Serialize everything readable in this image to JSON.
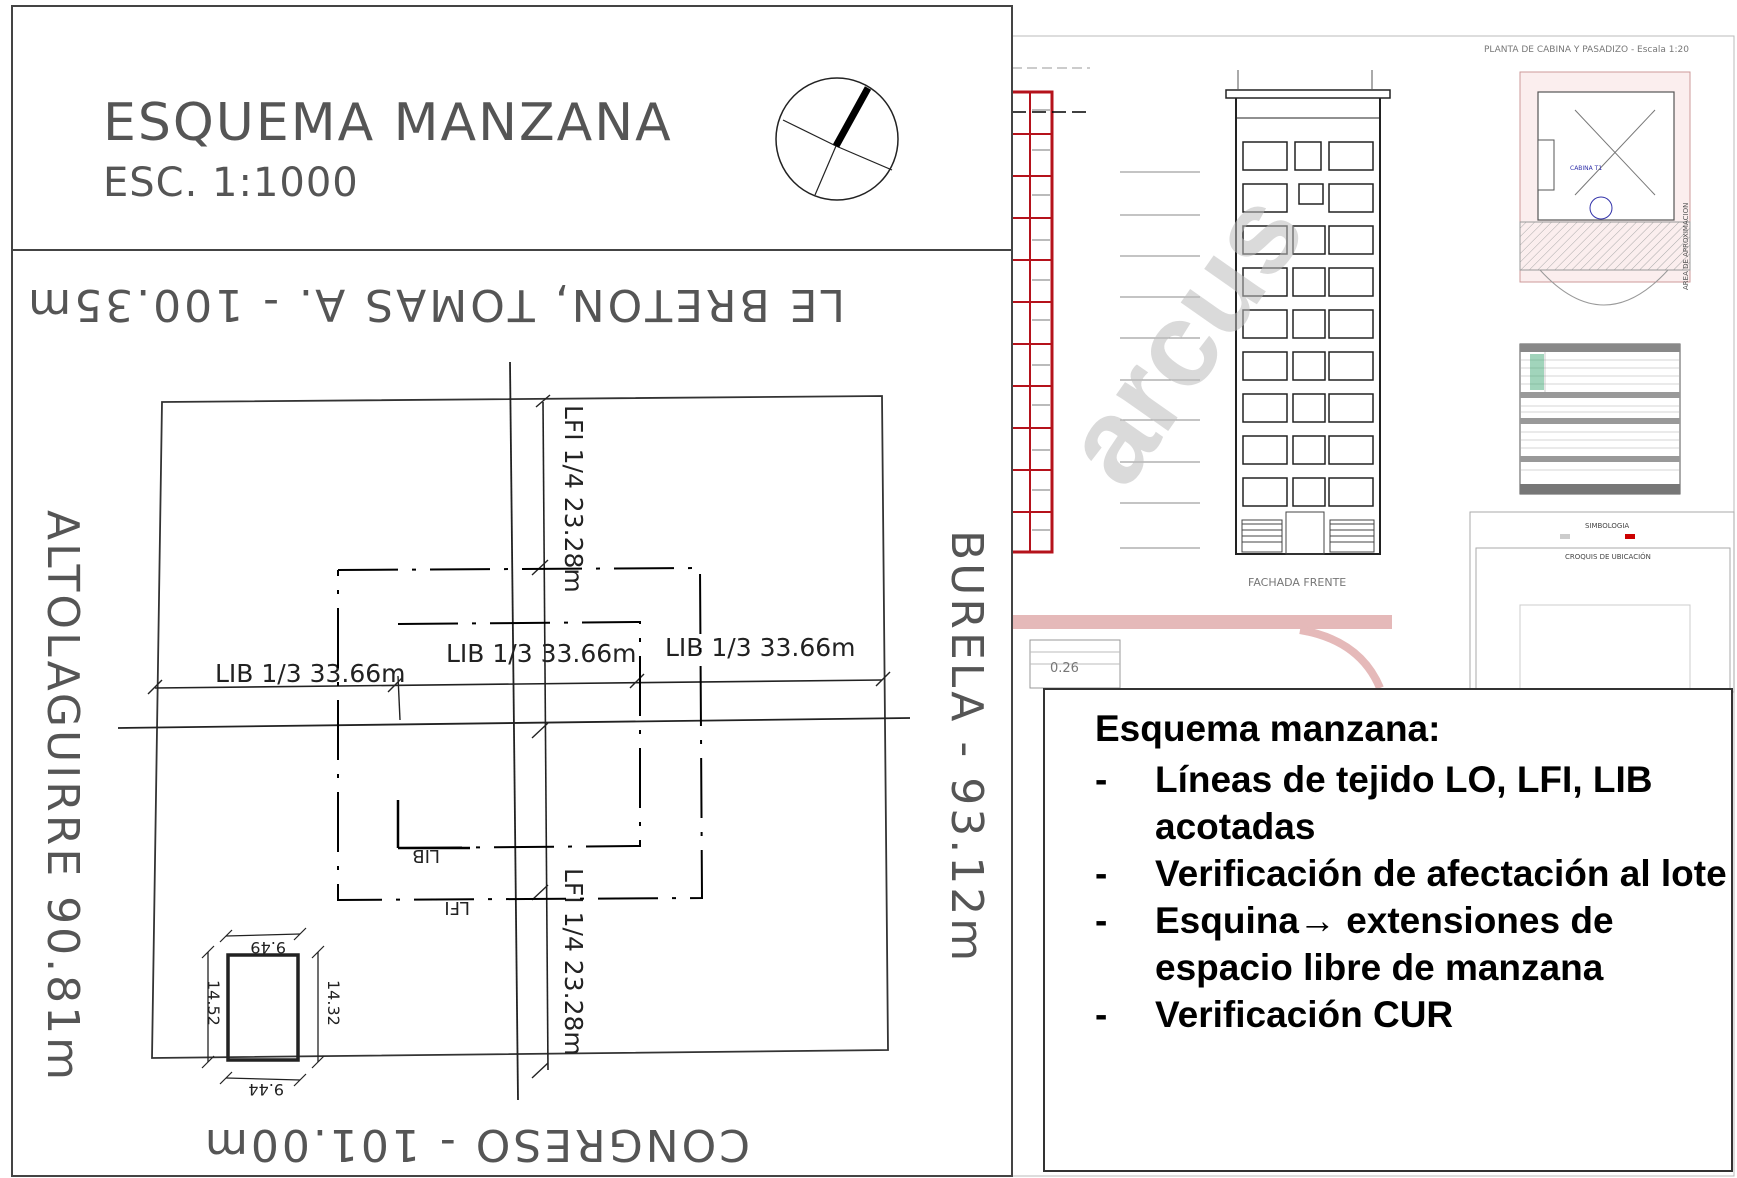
{
  "left_panel": {
    "title": "ESQUEMA MANZANA",
    "scale": "ESC. 1:1000",
    "street_top": "LE BRETON, TOMAS A. - 100.35m",
    "street_bottom": "CONGRESO - 101.00m",
    "street_left": "ALTOLAGUIRRE 90.81m",
    "street_right": "BURELA - 93.12m",
    "lib_left": "LIB 1/3 33.66m",
    "lib_center": "LIB 1/3 33.66m",
    "lib_right": "LIB 1/3 33.66m",
    "lfi_top": "LFI 1/4 23.28m",
    "lfi_bottom": "LFI 1/4 23.28m",
    "lot_top": "9.49",
    "lot_bottom": "9.44",
    "lot_left": "14.52",
    "lot_right": "14.32",
    "mark_lib": "LIB",
    "mark_lfi": "LFI"
  },
  "right_sheet": {
    "cabin_title": "PLANTA DE CABINA Y PASADIZO - Escala 1:20",
    "facade_label": "FACHADA FRENTE",
    "symbology_title": "SIMBOLOGIA",
    "location_title": "CROQUIS DE UBICACIÓN",
    "cabin_note": "CABINA T1",
    "approach_area": "AREA DE APROXIMACION",
    "dim_026": "0.26"
  },
  "callout": {
    "title": "Esquema manzana:",
    "items": [
      "Líneas de tejido LO, LFI, LIB acotadas",
      "Verificación de afectación al lote",
      "Esquina→ extensiones de espacio libre de manzana",
      "Verificación CUR"
    ]
  }
}
